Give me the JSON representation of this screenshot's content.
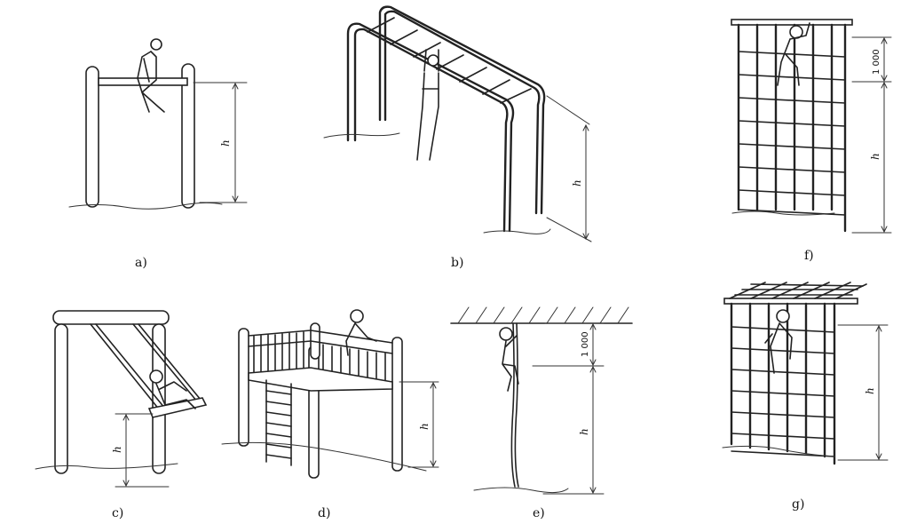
{
  "panels": [
    {
      "id": "a",
      "label": "a)",
      "dims": [
        "h"
      ]
    },
    {
      "id": "b",
      "label": "b)",
      "dims": [
        "h"
      ]
    },
    {
      "id": "c",
      "label": "c)",
      "dims": [
        "h"
      ]
    },
    {
      "id": "d",
      "label": "d)",
      "dims": [
        "h"
      ]
    },
    {
      "id": "e",
      "label": "e)",
      "dims": [
        "1 000",
        "h"
      ]
    },
    {
      "id": "f",
      "label": "f)",
      "dims": [
        "1 000",
        "h"
      ]
    },
    {
      "id": "g",
      "label": "g)",
      "dims": [
        "h"
      ]
    }
  ]
}
